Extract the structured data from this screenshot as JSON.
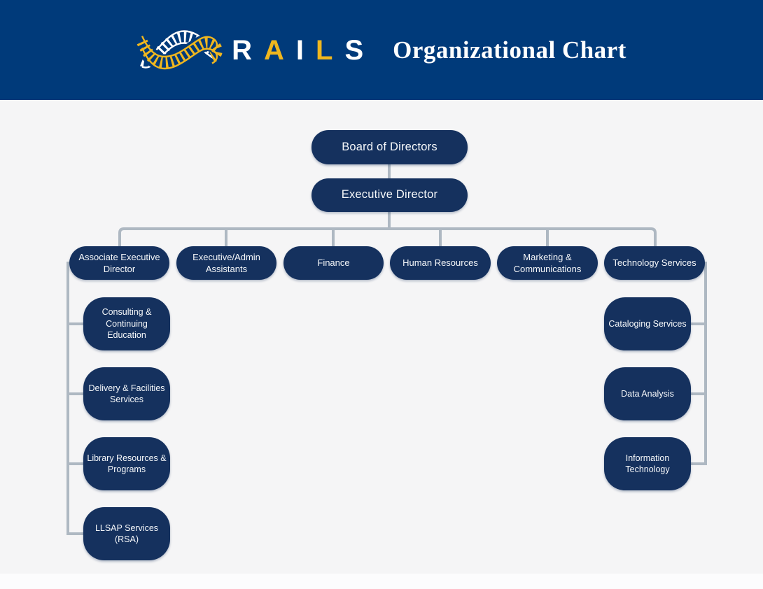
{
  "header": {
    "brand_letters": [
      {
        "char": "R"
      },
      {
        "char": "A"
      },
      {
        "char": "I"
      },
      {
        "char": "L"
      },
      {
        "char": "S"
      }
    ],
    "title": "Organizational Chart",
    "logo_icon": "railroad-tracks-wave-icon"
  },
  "colors": {
    "header_bg": "#003a7a",
    "node_bg": "#15315e",
    "node_text": "#f6f8fa",
    "connector": "#aeb8c2",
    "page_bg": "#f5f5f6",
    "brand_letter_primary": "#ffffff",
    "brand_letter_accent": "#f0b71e"
  },
  "org": {
    "nodes": [
      {
        "id": "board",
        "label": "Board of Directors",
        "reports_to": null
      },
      {
        "id": "executive-director",
        "label": "Executive Director",
        "reports_to": "board"
      },
      {
        "id": "associate-executive-director",
        "label": "Associate Executive\nDirector",
        "reports_to": "executive-director"
      },
      {
        "id": "executive-admin-assistants",
        "label": "Executive/Admin\nAssistants",
        "reports_to": "executive-director"
      },
      {
        "id": "finance",
        "label": "Finance",
        "reports_to": "executive-director"
      },
      {
        "id": "human-resources",
        "label": "Human Resources",
        "reports_to": "executive-director"
      },
      {
        "id": "marketing-communications",
        "label": "Marketing &\nCommunications",
        "reports_to": "executive-director"
      },
      {
        "id": "technology-services",
        "label": "Technology Services",
        "reports_to": "executive-director"
      },
      {
        "id": "consulting-continuing-education",
        "label": "Consulting &\nContinuing\nEducation",
        "reports_to": "associate-executive-director"
      },
      {
        "id": "delivery-facilities-services",
        "label": "Delivery & Facilities\nServices",
        "reports_to": "associate-executive-director"
      },
      {
        "id": "library-resources-programs",
        "label": "Library Resources &\nPrograms",
        "reports_to": "associate-executive-director"
      },
      {
        "id": "llsap-services-rsa",
        "label": "LLSAP Services\n(RSA)",
        "reports_to": "associate-executive-director"
      },
      {
        "id": "cataloging-services",
        "label": "Cataloging Services",
        "reports_to": "technology-services"
      },
      {
        "id": "data-analysis",
        "label": "Data Analysis",
        "reports_to": "technology-services"
      },
      {
        "id": "information-technology",
        "label": "Information\nTechnology",
        "reports_to": "technology-services"
      }
    ]
  }
}
